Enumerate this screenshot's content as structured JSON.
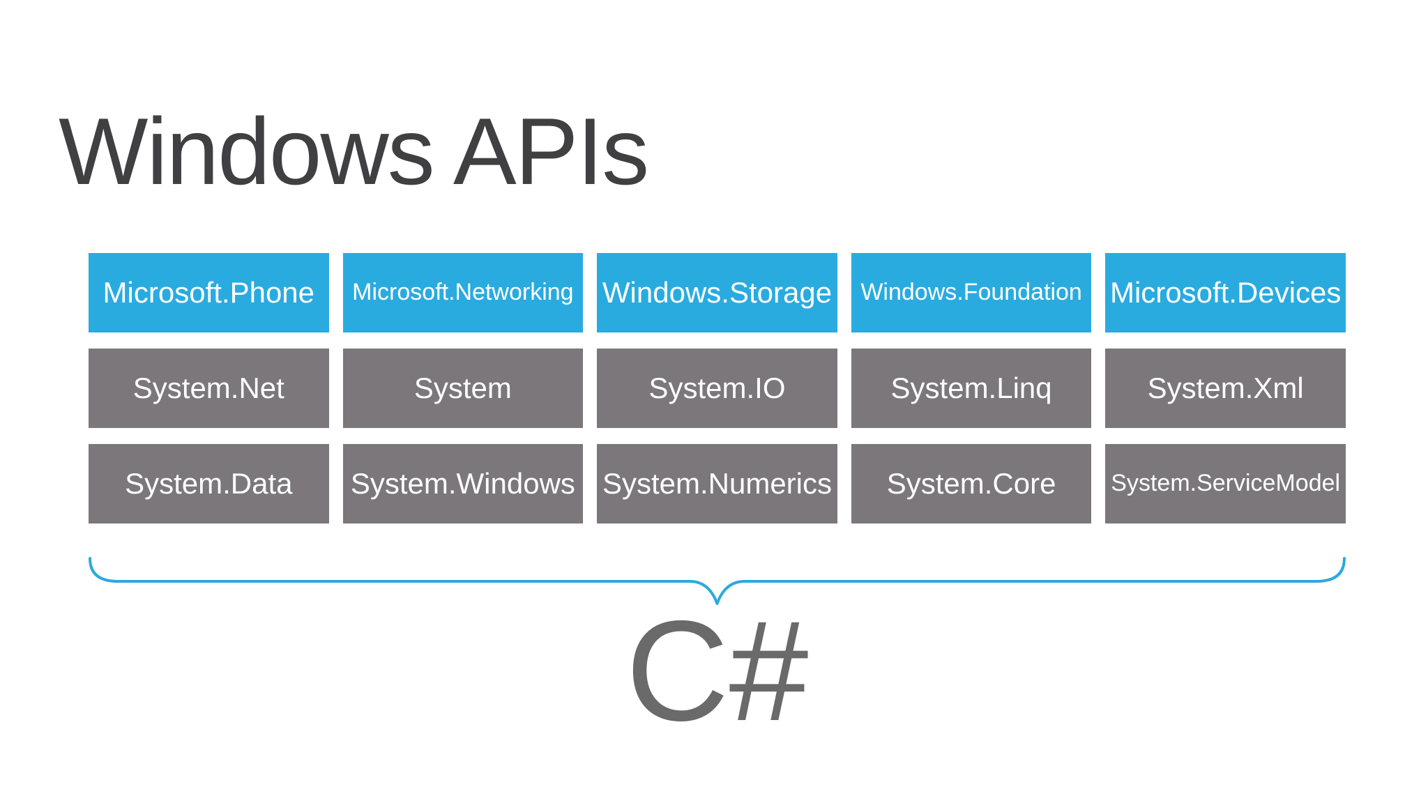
{
  "slide": {
    "title": "Windows APIs",
    "language_label": "C#"
  },
  "colors": {
    "background": "#FFFFFF",
    "accent_blue": "#29ABE0",
    "box_gray": "#7B777B",
    "title_text": "#404042",
    "box_text": "#FFFFFF",
    "language_text": "#6A6A6A",
    "brace_blue": "#2BA9E0"
  },
  "api_grid": {
    "rows": [
      {
        "tone": "blue",
        "cells": [
          "Microsoft.Phone",
          "Microsoft.Networking",
          "Windows.Storage",
          "Windows.Foundation",
          "Microsoft.Devices"
        ]
      },
      {
        "tone": "gray",
        "cells": [
          "System.Net",
          "System",
          "System.IO",
          "System.Linq",
          "System.Xml"
        ]
      },
      {
        "tone": "gray",
        "cells": [
          "System.Data",
          "System.Windows",
          "System.Numerics",
          "System.Core",
          "System.ServiceModel"
        ]
      }
    ]
  }
}
